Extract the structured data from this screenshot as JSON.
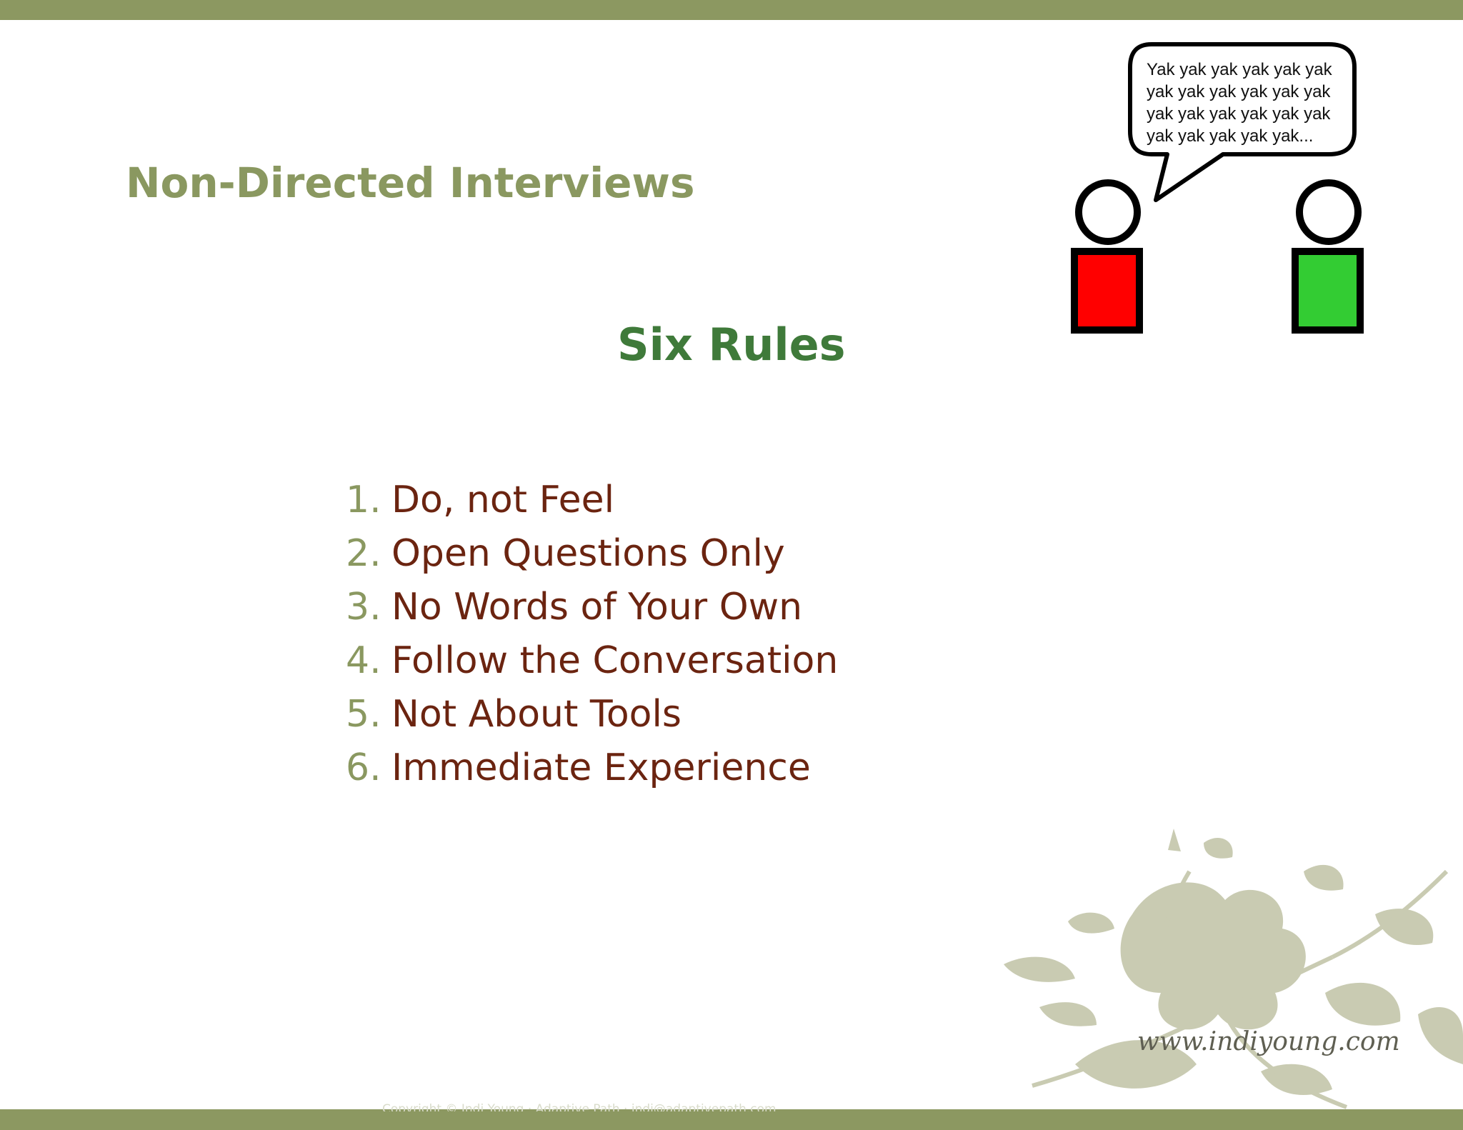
{
  "slide": {
    "title": "Non-Directed Interviews",
    "subtitle": "Six Rules",
    "rules": [
      {
        "num": "1.",
        "text": "Do, not Feel"
      },
      {
        "num": "2.",
        "text": "Open Questions Only"
      },
      {
        "num": "3.",
        "text": "No Words of Your Own"
      },
      {
        "num": "4.",
        "text": "Follow the Conversation"
      },
      {
        "num": "5.",
        "text": "Not About Tools"
      },
      {
        "num": "6.",
        "text": "Immediate Experience"
      }
    ],
    "speech_bubble": "Yak yak yak yak yak yak yak yak yak yak yak yak yak yak yak yak yak yak yak yak yak yak yak...",
    "watermark": "www.indiyoung.com",
    "footer": "Copyright © Indi Young · Adaptive Path · indi@adaptivepath.com"
  },
  "colors": {
    "bar": "#8c9861",
    "title": "#8a9860",
    "subtitle": "#3f7a3a",
    "rule_text": "#6b2410",
    "speaker_red": "#ff0000",
    "listener_green": "#33cc33",
    "leaves": "#c9cbb2"
  },
  "icons": [
    "speech-bubble-icon",
    "person-red-icon",
    "person-green-icon",
    "leaf-pattern-icon"
  ]
}
